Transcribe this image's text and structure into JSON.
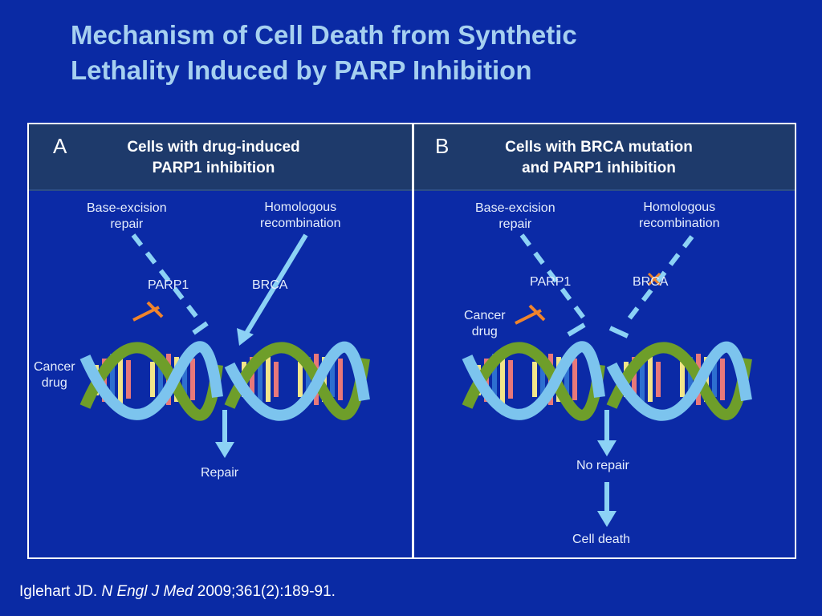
{
  "title": {
    "line1": "Mechanism of Cell Death from Synthetic",
    "line2": "Lethality Induced by PARP Inhibition"
  },
  "panel_a": {
    "letter": "A",
    "heading_line1": "Cells with drug-induced",
    "heading_line2": "PARP1 inhibition",
    "ber_line1": "Base-excision",
    "ber_line2": "repair",
    "hr_line1": "Homologous",
    "hr_line2": "recombination",
    "parp1": "PARP1",
    "brca": "BRCA",
    "drug_line1": "Cancer",
    "drug_line2": "drug",
    "outcome": "Repair"
  },
  "panel_b": {
    "letter": "B",
    "heading_line1": "Cells with BRCA mutation",
    "heading_line2": "and PARP1 inhibition",
    "ber_line1": "Base-excision",
    "ber_line2": "repair",
    "hr_line1": "Homologous",
    "hr_line2": "recombination",
    "parp1": "PARP1",
    "brca": "BRCA",
    "drug_line1": "Cancer",
    "drug_line2": "drug",
    "outcome1": "No repair",
    "outcome2": "Cell death"
  },
  "citation": {
    "author": "Iglehart JD.",
    "journal": "N Engl J Med",
    "ref": "2009;361(2):189-91."
  },
  "colors": {
    "background": "#0a2aa4",
    "title": "#a6d0f0",
    "header": "#1e3a6b",
    "arrow": "#8cd2f5",
    "inhibitor": "#f0842c",
    "helix_blue": "#7cc4ee",
    "helix_green": "#6e9e2a"
  }
}
